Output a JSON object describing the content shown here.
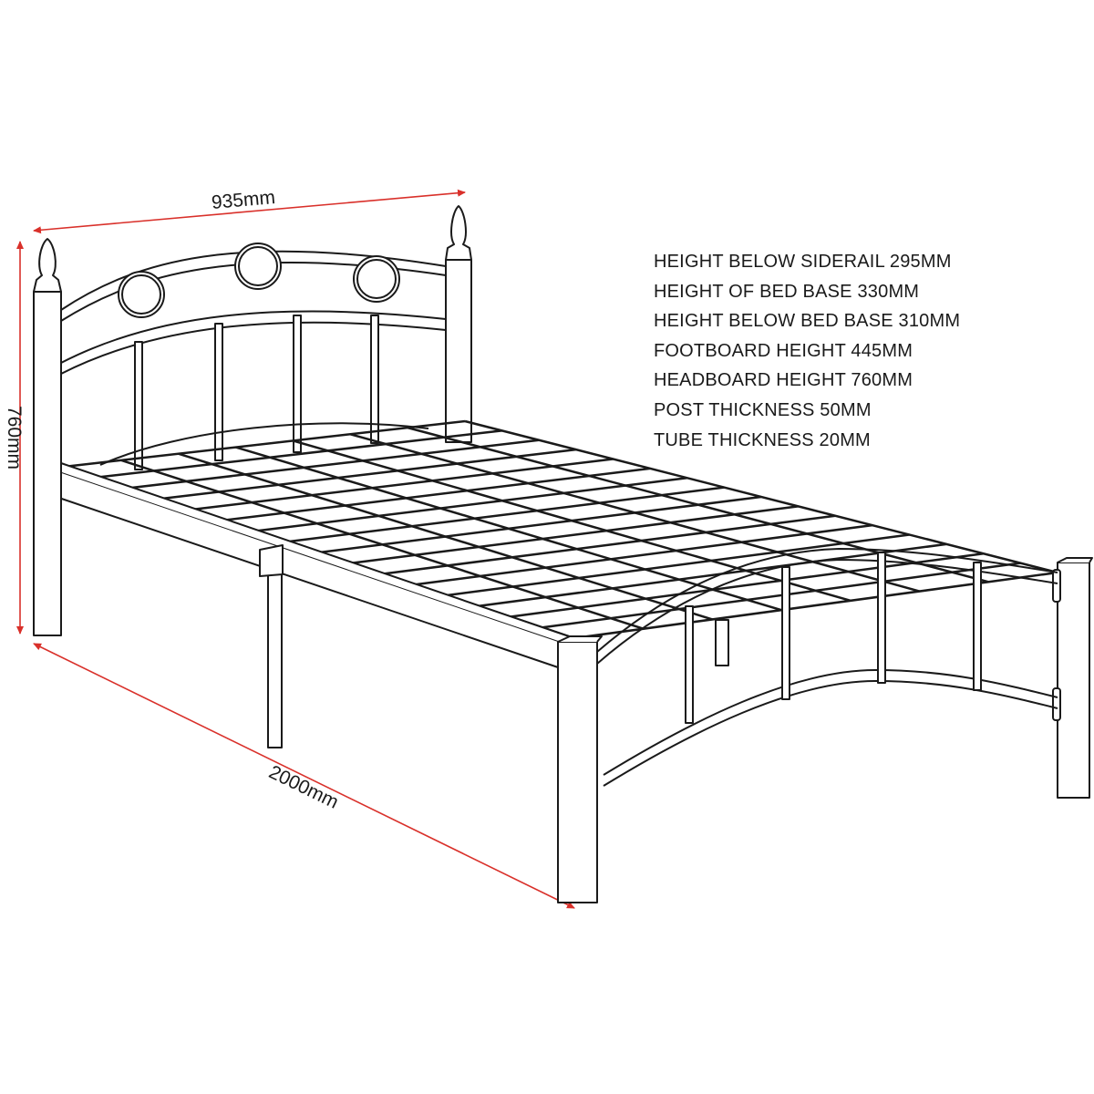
{
  "dimensions": {
    "width": "935mm",
    "height": "760mm",
    "length": "2000mm"
  },
  "specs": [
    "HEIGHT BELOW SIDERAIL 295MM",
    "HEIGHT OF BED BASE 330MM",
    "HEIGHT BELOW BED BASE 310MM",
    "FOOTBOARD HEIGHT 445MM",
    "HEADBOARD HEIGHT 760MM",
    "POST THICKNESS 50MM",
    "TUBE THICKNESS 20MM"
  ],
  "colors": {
    "dimension_line": "#d9302a",
    "outline": "#1a1a1a"
  }
}
